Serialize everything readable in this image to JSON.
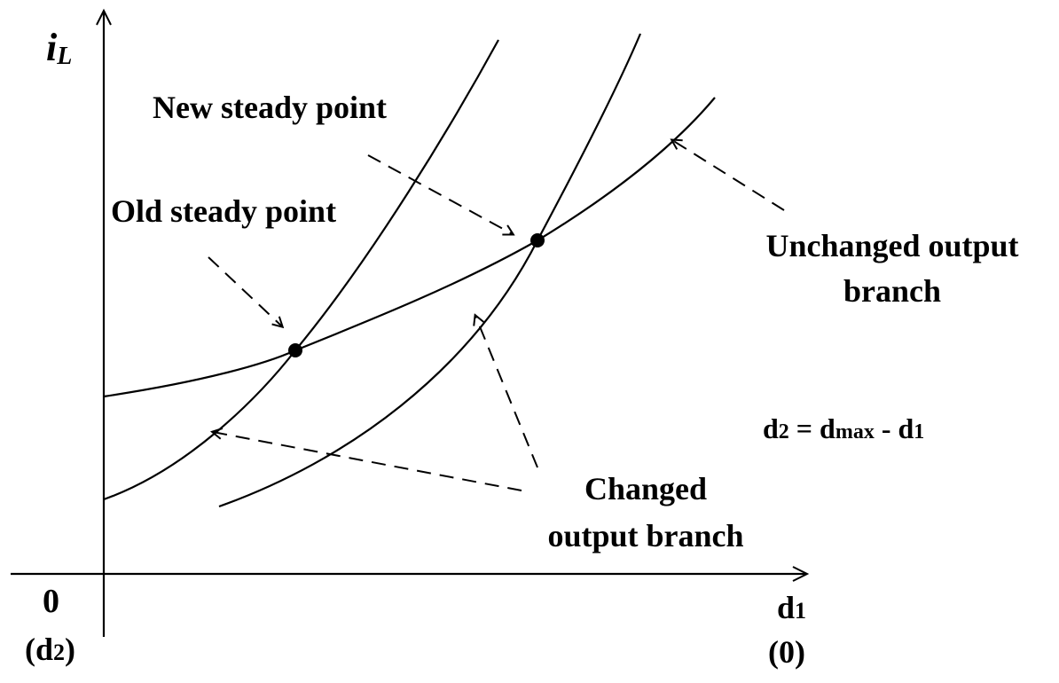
{
  "axes": {
    "y_label_main": "i",
    "y_label_sub": "L",
    "origin_label": "0",
    "origin_sub_open": "(d",
    "origin_sub_digit": "2",
    "origin_sub_close": ")",
    "x_label_main": "d",
    "x_label_sub": "1",
    "x_end_label": "(0)"
  },
  "labels": {
    "new_steady_point": "New steady point",
    "old_steady_point": "Old steady point",
    "unchanged_line1": "Unchanged output",
    "unchanged_line2": "branch",
    "changed_line1": "Changed",
    "changed_line2": "output branch"
  },
  "equation": {
    "d": "d",
    "two": "2",
    "equals": " = d",
    "max": "max",
    "minus": " - d",
    "one": "1"
  }
}
